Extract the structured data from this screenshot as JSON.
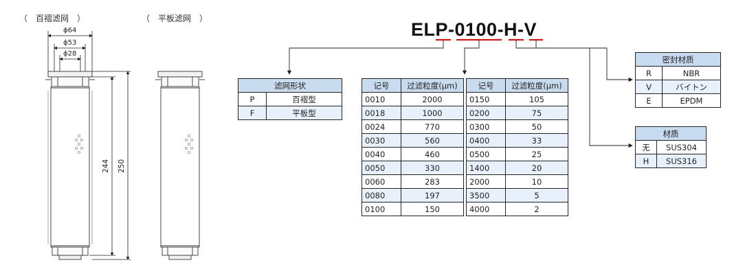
{
  "header": {
    "pleated_label": "（　百褶滤网　）",
    "flat_label": "（　平板滤网　）",
    "part_code": "ELP-0100-H-V"
  },
  "dimensions": {
    "d64": "ϕ64",
    "d53": "ϕ53",
    "d28": "ϕ28",
    "h244": "244",
    "h250": "250"
  },
  "filter_shape_table": {
    "title": "滤网形状",
    "rows": [
      {
        "code": "P",
        "name": "百褶型"
      },
      {
        "code": "F",
        "name": "平板型"
      }
    ]
  },
  "precision_table_left": {
    "headers": [
      "记号",
      "过滤粒度(μm)"
    ],
    "rows": [
      [
        "0010",
        "2000"
      ],
      [
        "0018",
        "1000"
      ],
      [
        "0024",
        "770"
      ],
      [
        "0030",
        "560"
      ],
      [
        "0040",
        "460"
      ],
      [
        "0050",
        "330"
      ],
      [
        "0060",
        "283"
      ],
      [
        "0080",
        "197"
      ],
      [
        "0100",
        "150"
      ]
    ]
  },
  "precision_table_right": {
    "headers": [
      "记号",
      "过滤粒度(μm)"
    ],
    "rows": [
      [
        "0150",
        "105"
      ],
      [
        "0200",
        "75"
      ],
      [
        "0300",
        "50"
      ],
      [
        "0400",
        "33"
      ],
      [
        "0500",
        "25"
      ],
      [
        "1400",
        "20"
      ],
      [
        "2000",
        "10"
      ],
      [
        "3500",
        "5"
      ],
      [
        "4000",
        "2"
      ]
    ]
  },
  "seal_table": {
    "title": "密封材质",
    "rows": [
      {
        "code": "R",
        "name": "NBR"
      },
      {
        "code": "V",
        "name": "バイトン"
      },
      {
        "code": "E",
        "name": "EPDM"
      }
    ]
  },
  "material_table": {
    "title": "材质",
    "rows": [
      {
        "code": "无",
        "name": "SUS304"
      },
      {
        "code": "H",
        "name": "SUS316"
      }
    ]
  },
  "colors": {
    "header_fill": "#c9dbee",
    "alt_row_fill": "#e8f1fb",
    "code_underline": "#d11a1a"
  }
}
